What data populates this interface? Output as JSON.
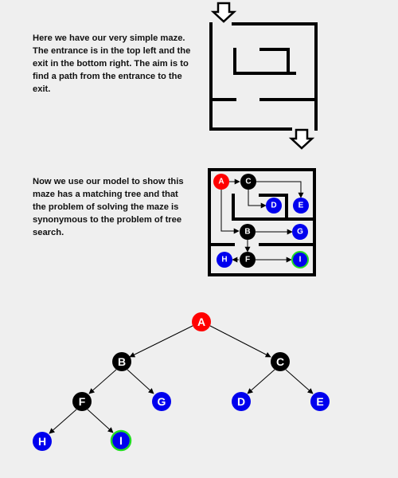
{
  "text": {
    "intro": "Here we have our very simple maze. The entrance is in the top left and the exit in the bottom right. The aim is to find a path from the entrance to the exit.",
    "model": "Now we use our model to show this maze has a matching tree and that the problem of solving the maze is synonymous to the problem of tree search."
  },
  "colors": {
    "background": "#efefef",
    "wall": "#000000",
    "root_node": "#ff0000",
    "internal_node": "#000000",
    "leaf_node": "#0000ee",
    "goal_ring": "#22dd22"
  },
  "maze_nodes": {
    "a": "A",
    "b": "B",
    "c": "C",
    "d": "D",
    "e": "E",
    "f": "F",
    "g": "G",
    "h": "H",
    "i": "I"
  },
  "tree_nodes": {
    "a": "A",
    "b": "B",
    "c": "C",
    "d": "D",
    "e": "E",
    "f": "F",
    "g": "G",
    "h": "H",
    "i": "I"
  },
  "goal_node": "I"
}
